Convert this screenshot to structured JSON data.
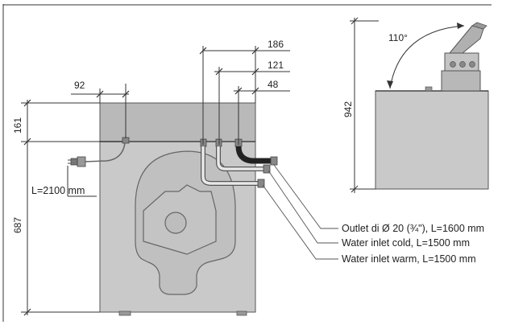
{
  "dimensions": {
    "d186": "186",
    "d121": "121",
    "d48": "48",
    "d92": "92",
    "d161": "161",
    "d687": "687",
    "d942": "942",
    "angle": "110°",
    "cable_length": "L=2100 mm"
  },
  "callouts": {
    "outlet": "Outlet di Ø 20 (¾\"), L=1600 mm",
    "inlet_cold": "Water inlet cold, L=1500 mm",
    "inlet_warm": "Water inlet warm, L=1500 mm"
  },
  "colors": {
    "body": "#c9c9c9",
    "top": "#b3b3b3",
    "line": "#333333",
    "panel": "#dcdcdc"
  }
}
